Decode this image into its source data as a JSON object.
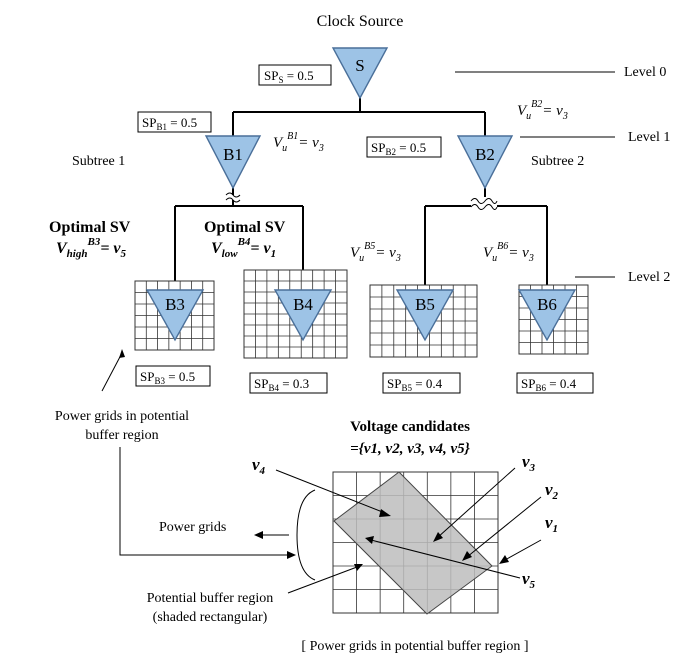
{
  "title": "Clock Source",
  "levels": [
    "Level 0",
    "Level 1",
    "Level 2"
  ],
  "subtrees": [
    "Subtree 1",
    "Subtree 2"
  ],
  "buffers": {
    "S": {
      "label": "S",
      "sp_main": "SP",
      "sp_sub": "S",
      "sp_val": " = 0.5"
    },
    "B1": {
      "label": "B1",
      "sp_main": "SP",
      "sp_sub": "B1",
      "sp_val": " = 0.5",
      "v_sup": "B1",
      "v_rhs": "= v",
      "v_rhs_sub": "3"
    },
    "B2": {
      "label": "B2",
      "sp_main": "SP",
      "sp_sub": "B2",
      "sp_val": " = 0.5",
      "v_sup": "B2",
      "v_rhs": "= v",
      "v_rhs_sub": "3"
    },
    "B3": {
      "label": "B3",
      "sp_main": "SP",
      "sp_sub": "B3",
      "sp_val": " = 0.5",
      "opt": "Optimal SV",
      "v_sub": "high",
      "v_sup": "B3",
      "v_rhs": "= v",
      "v_rhs_sub": "5"
    },
    "B4": {
      "label": "B4",
      "sp_main": "SP",
      "sp_sub": "B4",
      "sp_val": " = 0.3",
      "opt": "Optimal SV",
      "v_sub": "low",
      "v_sup": "B4",
      "v_rhs": "= v",
      "v_rhs_sub": "1"
    },
    "B5": {
      "label": "B5",
      "sp_main": "SP",
      "sp_sub": "B5",
      "sp_val": " = 0.4",
      "v_sup": "B5",
      "v_rhs": "= v",
      "v_rhs_sub": "3"
    },
    "B6": {
      "label": "B6",
      "sp_main": "SP",
      "sp_sub": "B6",
      "sp_val": " = 0.4",
      "v_sup": "B6",
      "v_rhs": "= v",
      "v_rhs_sub": "3"
    }
  },
  "v_symbol": "V",
  "v_sub_u": "u",
  "annotations": {
    "grids_note_1": "Power grids in potential",
    "grids_note_2": "buffer region",
    "candidates_title": "Voltage candidates",
    "candidates_set": "={v1, v2, v3, v4, v5}",
    "power_grids": "Power grids",
    "region_1": "Potential buffer region",
    "region_2": "(shaded rectangular)",
    "caption": "[ Power grids in potential buffer region ]"
  },
  "voltage_labels": {
    "v4": {
      "main": "v",
      "sub": "4"
    },
    "v3": {
      "main": "v",
      "sub": "3"
    },
    "v2": {
      "main": "v",
      "sub": "2"
    },
    "v1": {
      "main": "v",
      "sub": "1"
    },
    "v5": {
      "main": "v",
      "sub": "5"
    }
  }
}
